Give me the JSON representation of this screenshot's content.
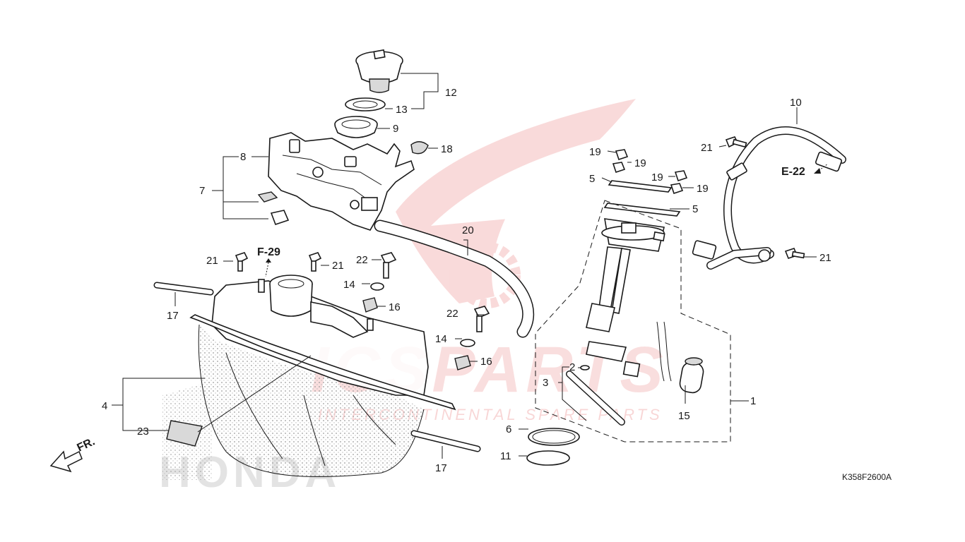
{
  "watermark": {
    "brand": "ICSPARTS",
    "tagline": "INTERCONTINENTAL SPARE PARTS",
    "mark": "HONDA",
    "brand_color": "#e03a3a"
  },
  "diagram_code": "K358F2600A",
  "direction_label": "FR.",
  "references": [
    "F-29",
    "E-22"
  ],
  "callouts": [
    {
      "id": "c1",
      "text": "1"
    },
    {
      "id": "c2",
      "text": "2"
    },
    {
      "id": "c3",
      "text": "3"
    },
    {
      "id": "c4",
      "text": "4"
    },
    {
      "id": "c5a",
      "text": "5"
    },
    {
      "id": "c5b",
      "text": "5"
    },
    {
      "id": "c6",
      "text": "6"
    },
    {
      "id": "c7",
      "text": "7"
    },
    {
      "id": "c8",
      "text": "8"
    },
    {
      "id": "c9",
      "text": "9"
    },
    {
      "id": "c10",
      "text": "10"
    },
    {
      "id": "c11",
      "text": "11"
    },
    {
      "id": "c12",
      "text": "12"
    },
    {
      "id": "c13",
      "text": "13"
    },
    {
      "id": "c14a",
      "text": "14"
    },
    {
      "id": "c14b",
      "text": "14"
    },
    {
      "id": "c15",
      "text": "15"
    },
    {
      "id": "c16a",
      "text": "16"
    },
    {
      "id": "c16b",
      "text": "16"
    },
    {
      "id": "c17a",
      "text": "17"
    },
    {
      "id": "c17b",
      "text": "17"
    },
    {
      "id": "c18",
      "text": "18"
    },
    {
      "id": "c19a",
      "text": "19"
    },
    {
      "id": "c19b",
      "text": "19"
    },
    {
      "id": "c19c",
      "text": "19"
    },
    {
      "id": "c19d",
      "text": "19"
    },
    {
      "id": "c20",
      "text": "20"
    },
    {
      "id": "c21a",
      "text": "21"
    },
    {
      "id": "c21b",
      "text": "21"
    },
    {
      "id": "c21c",
      "text": "21"
    },
    {
      "id": "c21d",
      "text": "21"
    },
    {
      "id": "c22a",
      "text": "22"
    },
    {
      "id": "c22b",
      "text": "22"
    },
    {
      "id": "c23",
      "text": "23"
    }
  ]
}
